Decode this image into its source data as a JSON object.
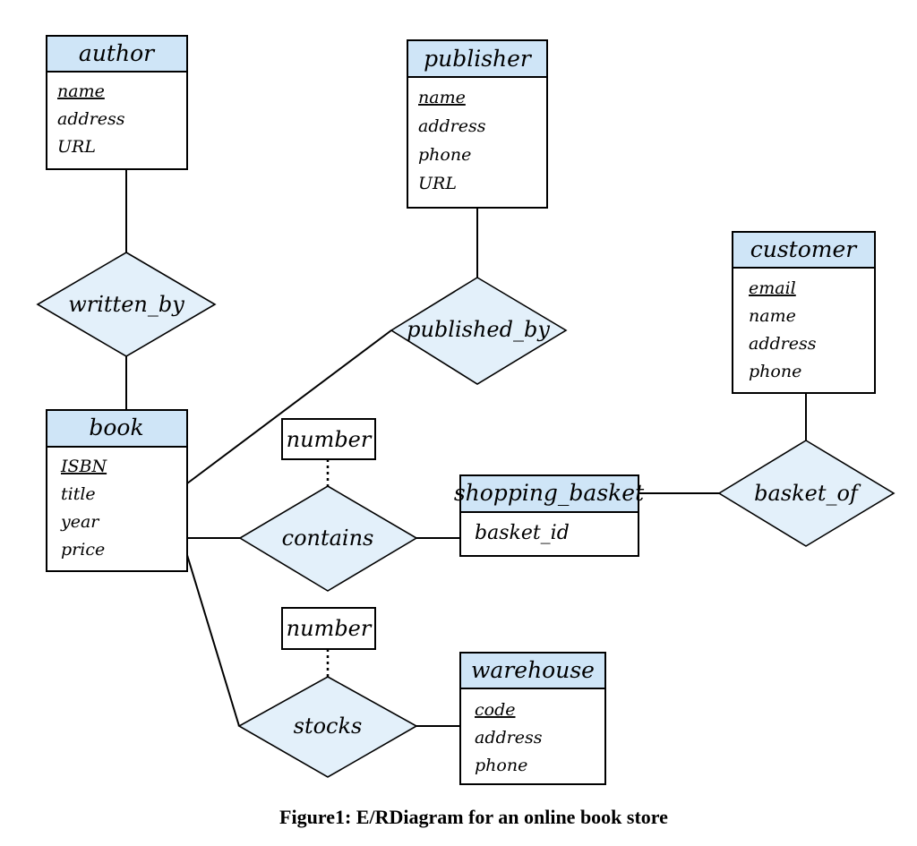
{
  "entities": {
    "author": {
      "title": "author",
      "attrs": [
        "name",
        "address",
        "URL"
      ]
    },
    "publisher": {
      "title": "publisher",
      "attrs": [
        "name",
        "address",
        "phone",
        "URL"
      ]
    },
    "customer": {
      "title": "customer",
      "attrs": [
        "email",
        "name",
        "address",
        "phone"
      ]
    },
    "book": {
      "title": "book",
      "attrs": [
        "ISBN",
        "title",
        "year",
        "price"
      ]
    },
    "shopping_basket": {
      "title": "shopping_basket",
      "attrs": [
        "basket_id"
      ]
    },
    "warehouse": {
      "title": "warehouse",
      "attrs": [
        "code",
        "address",
        "phone"
      ]
    }
  },
  "relationships": {
    "written_by": "written_by",
    "published_by": "published_by",
    "contains": "contains",
    "basket_of": "basket_of",
    "stocks": "stocks"
  },
  "relationship_attributes": {
    "contains": "number",
    "stocks": "number"
  },
  "caption": "Figure1: E/RDiagram for an online book store"
}
